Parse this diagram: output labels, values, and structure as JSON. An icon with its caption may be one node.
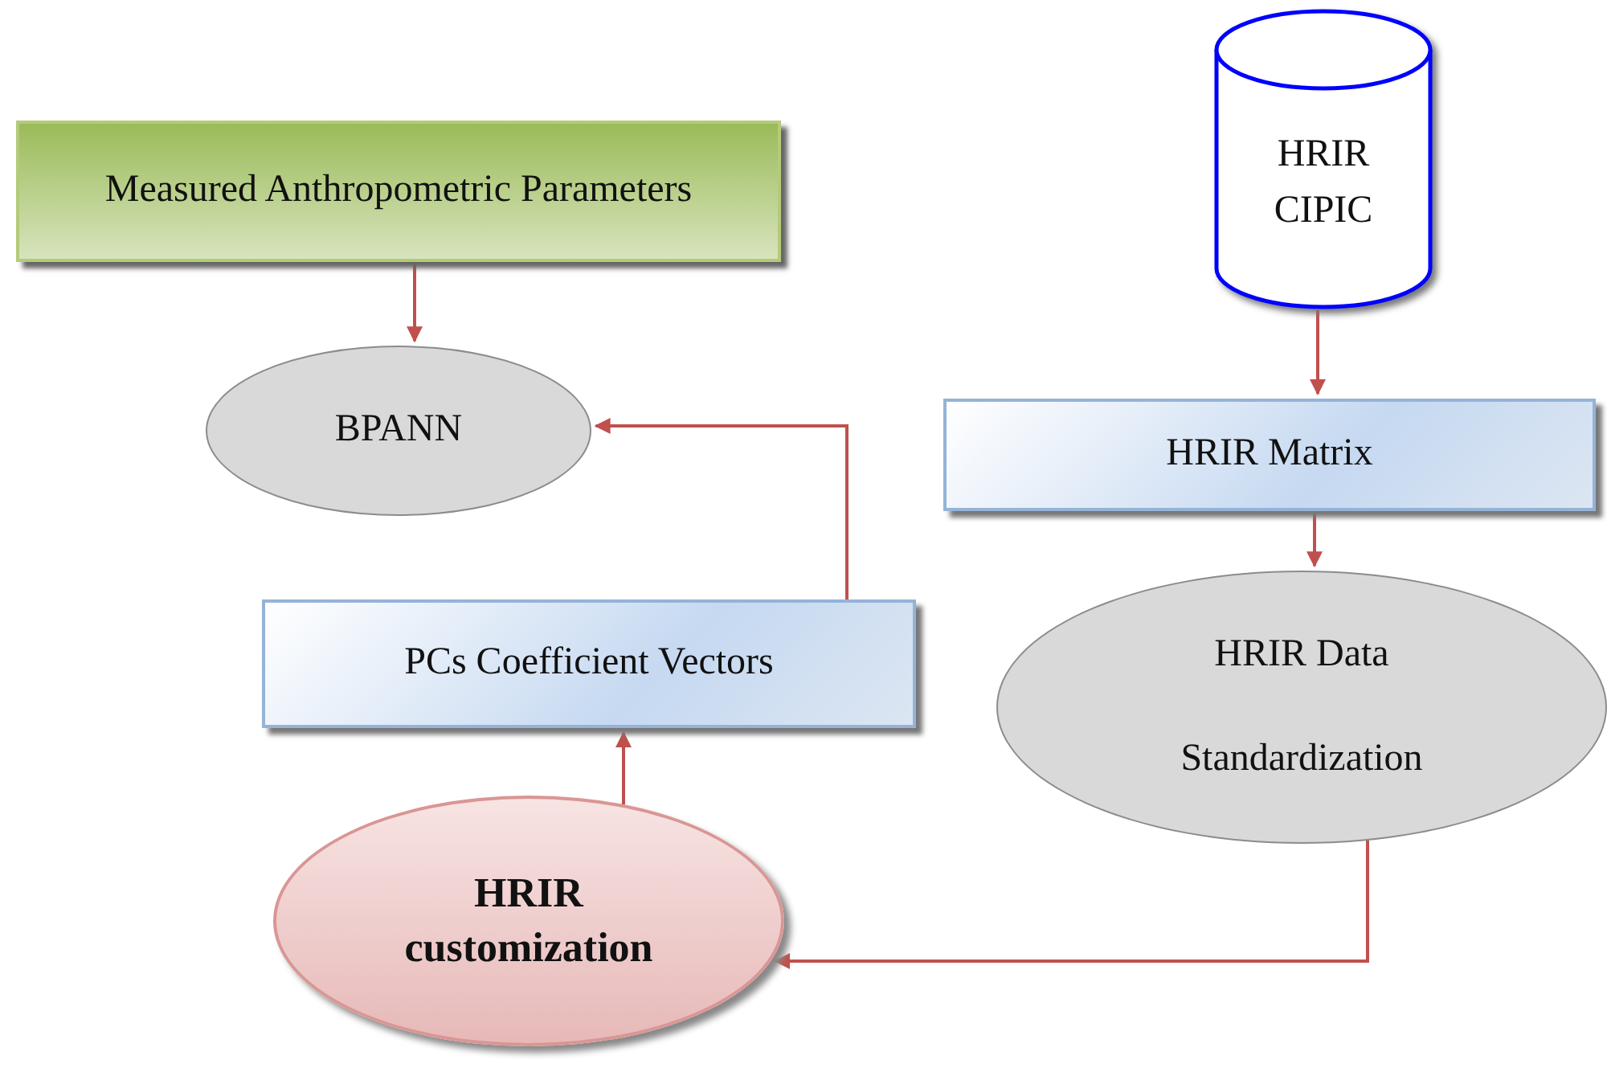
{
  "diagram": {
    "nodes": [
      {
        "text": [
          "Measured Anthropometric Parameters"
        ]
      },
      {
        "text": [
          "BPANN"
        ]
      },
      {
        "text": [
          "PCs Coefficient Vectors"
        ]
      },
      {
        "text": [
          "HRIR customization"
        ]
      },
      {
        "text": [
          "HRIR CIPIC"
        ]
      },
      {
        "text": [
          "HRIR Matrix"
        ]
      },
      {
        "text": [
          "HRIR Data Standardization"
        ]
      }
    ],
    "edges": [
      {
        "from": 0,
        "to": 1,
        "arrow": "to"
      },
      {
        "from": 2,
        "to": 1,
        "arrow": "to"
      },
      {
        "from": 3,
        "to": 2,
        "arrow": "to"
      },
      {
        "from": 4,
        "to": 5,
        "arrow": "to"
      },
      {
        "from": 5,
        "to": 6,
        "arrow": "to"
      },
      {
        "from": 6,
        "to": 3,
        "arrow": "to"
      }
    ]
  }
}
